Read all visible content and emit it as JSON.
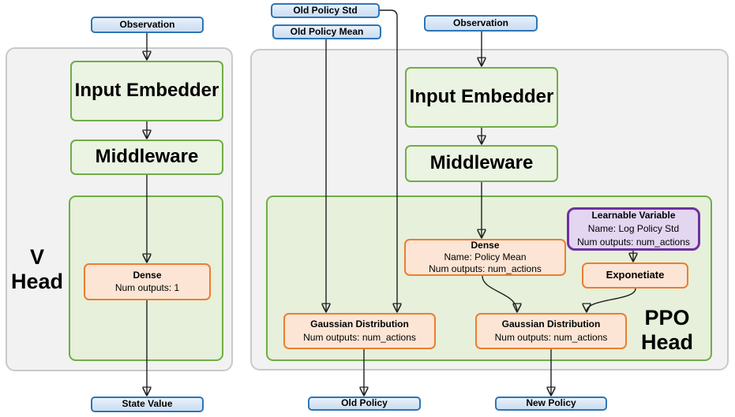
{
  "diagram_title": "PPO actor-critic network heads diagram",
  "colors": {
    "green_border": "#70AD47",
    "green_fill": "#EBF3E2",
    "green_container_fill": "#E6F0DA",
    "orange_border": "#ED7D31",
    "orange_fill": "#FCE5D5",
    "blue_border": "#2E75B6",
    "blue_fill": "#D6E5F5",
    "purple_border": "#7030A0",
    "purple_fill": "#E3D6F1",
    "panel_fill": "#F2F2F2",
    "panel_border": "#C9C9C9"
  },
  "v_head": {
    "label_line1": "V",
    "label_line2": "Head",
    "observation": "Observation",
    "input_embedder": "Input Embedder",
    "middleware": "Middleware",
    "dense_title": "Dense",
    "dense_outputs": "Num outputs: 1",
    "state_value": "State Value"
  },
  "ppo_head": {
    "label_line1": "PPO",
    "label_line2": "Head",
    "old_policy_std": "Old Policy Std",
    "old_policy_mean": "Old Policy Mean",
    "observation": "Observation",
    "input_embedder": "Input Embedder",
    "middleware": "Middleware",
    "dense_title": "Dense",
    "dense_name": "Name: Policy Mean",
    "dense_outputs": "Num outputs: num_actions",
    "learnable_title": "Learnable Variable",
    "learnable_name": "Name: Log Policy Std",
    "learnable_outputs": "Num outputs: num_actions",
    "exponetiate": "Exponetiate",
    "gaussian_old_title": "Gaussian Distribution",
    "gaussian_old_outputs": "Num outputs: num_actions",
    "gaussian_new_title": "Gaussian Distribution",
    "gaussian_new_outputs": "Num outputs: num_actions",
    "old_policy": "Old Policy",
    "new_policy": "New Policy"
  }
}
